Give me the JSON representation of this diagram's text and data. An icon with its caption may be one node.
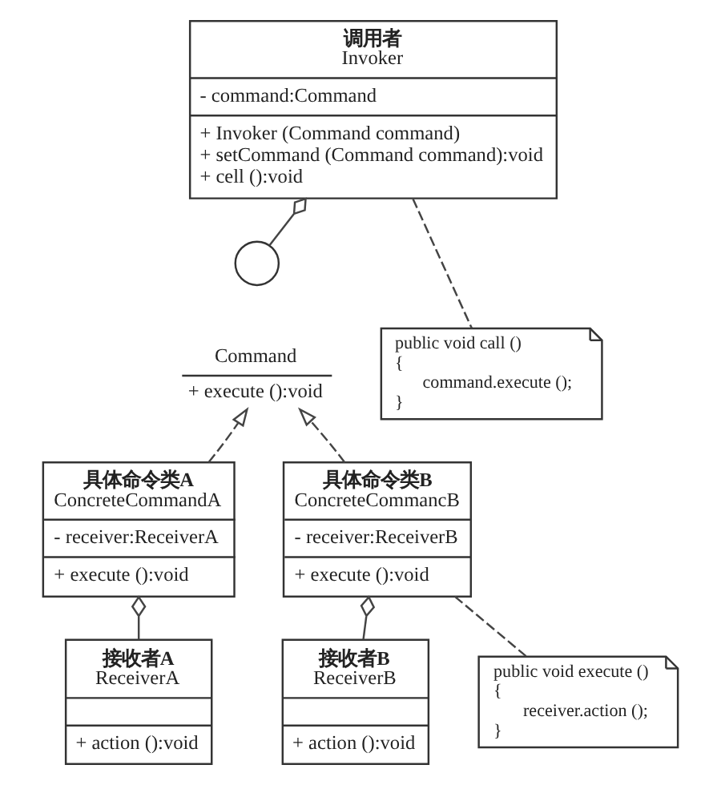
{
  "diagram": {
    "nodes": [
      {
        "text": [
          "调用者",
          "Invoker",
          "- command:Command",
          "+ Invoker (Command command)",
          "+ setCommand (Command command):void",
          "+ cell ():void"
        ]
      },
      {
        "text": [],
        "shape": "circle"
      },
      {
        "text": [
          "public void call ()",
          "{",
          "command.execute ();",
          "}"
        ]
      },
      {
        "text": [
          "Command",
          "+ execute ():void"
        ]
      },
      {
        "text": [
          "具体命令类A",
          "ConcreteCommandA",
          "- receiver:ReceiverA",
          "+ execute ():void"
        ]
      },
      {
        "text": [
          "具体命令类B",
          "ConcreteCommancB",
          "- receiver:ReceiverB",
          "+ execute ():void"
        ]
      },
      {
        "text": [
          "public void execute ()",
          "{",
          "receiver.action ();",
          "}"
        ]
      },
      {
        "text": [
          "接收者A",
          "ReceiverA",
          "+ action ():void"
        ]
      },
      {
        "text": [
          "接收者B",
          "ReceiverB",
          "+ action ():void"
        ]
      }
    ],
    "edges": [
      {
        "from": 0,
        "to": 1,
        "arrow": "other"
      },
      {
        "from": 0,
        "to": 2,
        "arrow": "none",
        "style": "dashed"
      },
      {
        "from": 4,
        "to": 3,
        "arrow": "to",
        "style": "dashed"
      },
      {
        "from": 5,
        "to": 3,
        "arrow": "to",
        "style": "dashed"
      },
      {
        "from": 4,
        "to": 7,
        "arrow": "other"
      },
      {
        "from": 5,
        "to": 8,
        "arrow": "other"
      },
      {
        "from": 5,
        "to": 6,
        "arrow": "none",
        "style": "dashed"
      }
    ]
  }
}
